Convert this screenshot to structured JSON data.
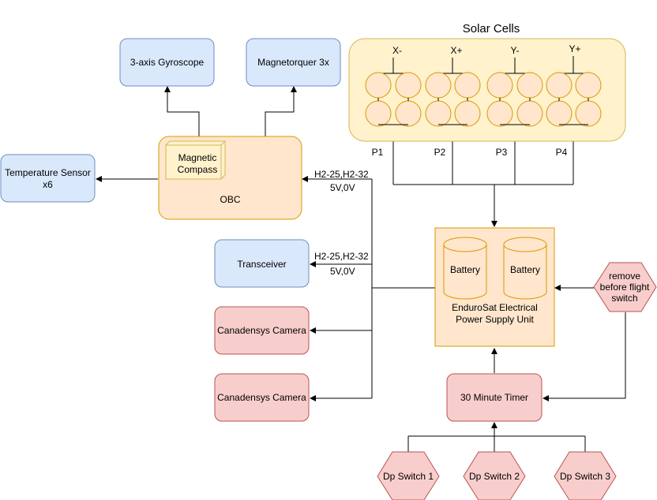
{
  "title": "Solar Cells",
  "nodes": {
    "gyroscope": "3-axis Gyroscope",
    "magnetorquer": "Magnetorquer 3x",
    "temp_sensor_line1": "Temperature Sensor",
    "temp_sensor_line2": "x6",
    "compass_line1": "Magnetic",
    "compass_line2": "Compass",
    "obc": "OBC",
    "transceiver": "Transceiver",
    "camera1": "Canadensys Camera",
    "camera2": "Canadensys Camera",
    "battery1": "Battery",
    "battery2": "Battery",
    "eps_line1": "EnduroSat Electrical",
    "eps_line2": "Power Supply Unit",
    "rbf_line1": "remove",
    "rbf_line2": "before flight",
    "rbf_line3": "switch",
    "timer": "30 Minute Timer",
    "dp1": "Dp Switch 1",
    "dp2": "Dp Switch 2",
    "dp3": "Dp Switch 3"
  },
  "solar": {
    "faces": [
      "X-",
      "X+",
      "Y-",
      "Y+"
    ],
    "panels": [
      "P1",
      "P2",
      "P3",
      "P4"
    ]
  },
  "connectors": {
    "obc_pins": "H2-25,H2-32",
    "obc_voltage": "5V,0V",
    "trx_pins": "H2-25,H2-32",
    "trx_voltage": "5V,0V"
  },
  "colors": {
    "blue_fill": "#dae8fc",
    "blue_stroke": "#6c8ebf",
    "orange_fill": "#ffe6cc",
    "orange_stroke": "#d79b00",
    "yellow_fill": "#fff2cc",
    "yellow_stroke": "#d6b656",
    "red_fill": "#f8cecc",
    "red_stroke": "#b85450",
    "eps_fill": "#ffe6cc"
  }
}
